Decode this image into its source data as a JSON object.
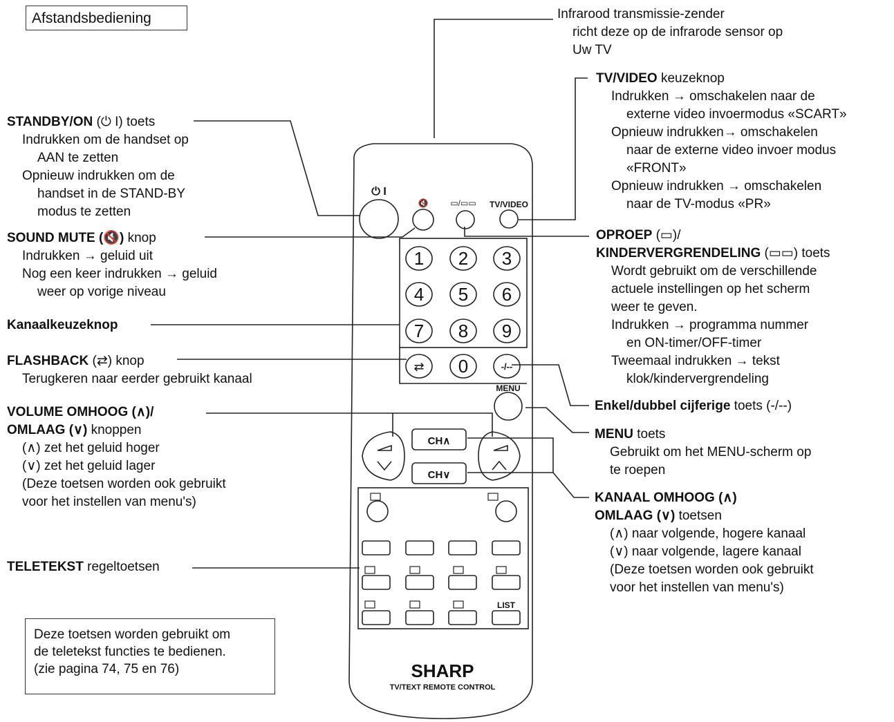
{
  "title": "Afstandsbediening",
  "left": {
    "standby": {
      "head": "STANDBY/ON",
      "sym": "(⏻ I)",
      "tail": "toets",
      "lines": [
        "Indrukken om de handset op",
        "AAN te zetten",
        "Opnieuw indrukken om de",
        "handset in de STAND-BY",
        "modus te zetten"
      ]
    },
    "mute": {
      "head": "SOUND MUTE",
      "sym": "(🔇)",
      "tail": "knop",
      "lines": [
        "Indrukken → geluid uit",
        "Nog een keer indrukken → geluid",
        "weer op vorige niveau"
      ]
    },
    "kanaal": {
      "head": "Kanaalkeuzeknop"
    },
    "flashback": {
      "head": "FLASHBACK",
      "sym": "(⇄)",
      "tail": "knop",
      "lines": [
        "Terugkeren naar eerder gebruikt kanaal"
      ]
    },
    "volume": {
      "head": "VOLUME OMHOOG",
      "sym": "(∧)/",
      "head2": "OMLAAG",
      "sym2": "(∨)",
      "tail2": "knoppen",
      "lines": [
        "(∧) zet het geluid hoger",
        "(∨) zet het geluid lager",
        "(Deze toetsen worden ook gebruikt",
        "voor het instellen van menu's)"
      ]
    },
    "teletekst": {
      "head": "TELETEKST",
      "tail": "regeltoetsen"
    },
    "note": [
      "Deze toetsen worden gebruikt om",
      "de teletekst functies te bedienen.",
      "(zie pagina 74, 75 en 76)"
    ]
  },
  "right": {
    "infrared": {
      "lines": [
        "Infrarood transmissie-zender",
        "richt deze op de infrarode sensor op",
        "Uw TV"
      ]
    },
    "tvvideo": {
      "head": "TV/VIDEO",
      "tail": "keuzeknop",
      "lines": [
        "Indrukken → omschakelen naar de",
        "externe video invoermodus «SCART»",
        "Opnieuw indrukken→ omschakelen",
        "naar de externe video invoer modus",
        "«FRONT»",
        "Opnieuw indrukken → omschakelen",
        "naar de TV-modus «PR»"
      ]
    },
    "oproep": {
      "head": "OPROEP",
      "sym": "(▭)/",
      "head2": "KINDERVERGRENDELING",
      "sym2": "(▭▭)",
      "tail2": "toets",
      "lines": [
        "Wordt gebruikt om de verschillende",
        "actuele instellingen op het scherm",
        "weer te geven.",
        "Indrukken → programma nummer",
        "en ON-timer/OFF-timer",
        "Tweemaal indrukken → tekst",
        "klok/kindervergrendeling"
      ]
    },
    "enkel": {
      "head": "Enkel/dubbel cijferige",
      "tail": "toets",
      "sym": "(-/--)"
    },
    "menu": {
      "head": "MENU",
      "tail": "toets",
      "lines": [
        "Gebruikt om het MENU-scherm op",
        "te roepen"
      ]
    },
    "kanaalup": {
      "head": "KANAAL OMHOOG",
      "sym": "(∧)",
      "head2": "OMLAAG",
      "sym2": "(∨)",
      "tail2": "toetsen",
      "lines": [
        "(∧) naar volgende, hogere kanaal",
        "(∨) naar volgende, lagere kanaal",
        "(Deze toetsen worden ook gebruikt",
        "voor het instellen van menu's)"
      ]
    }
  },
  "remote": {
    "power_label": "⏻ I",
    "mute_label": "🔇",
    "call_label": "▭/▭▭",
    "tvvideo_label": "TV/VIDEO",
    "digits": [
      "1",
      "2",
      "3",
      "4",
      "5",
      "6",
      "7",
      "8",
      "9"
    ],
    "zero": "0",
    "flashback_sym": "⇄",
    "digit_toggle_sym": "-/--",
    "menu_label": "MENU",
    "ch_up": "CH∧",
    "ch_down": "CH∨",
    "list_label": "LIST",
    "brand": "SHARP",
    "subtitle": "TV/TEXT REMOTE CONTROL"
  }
}
